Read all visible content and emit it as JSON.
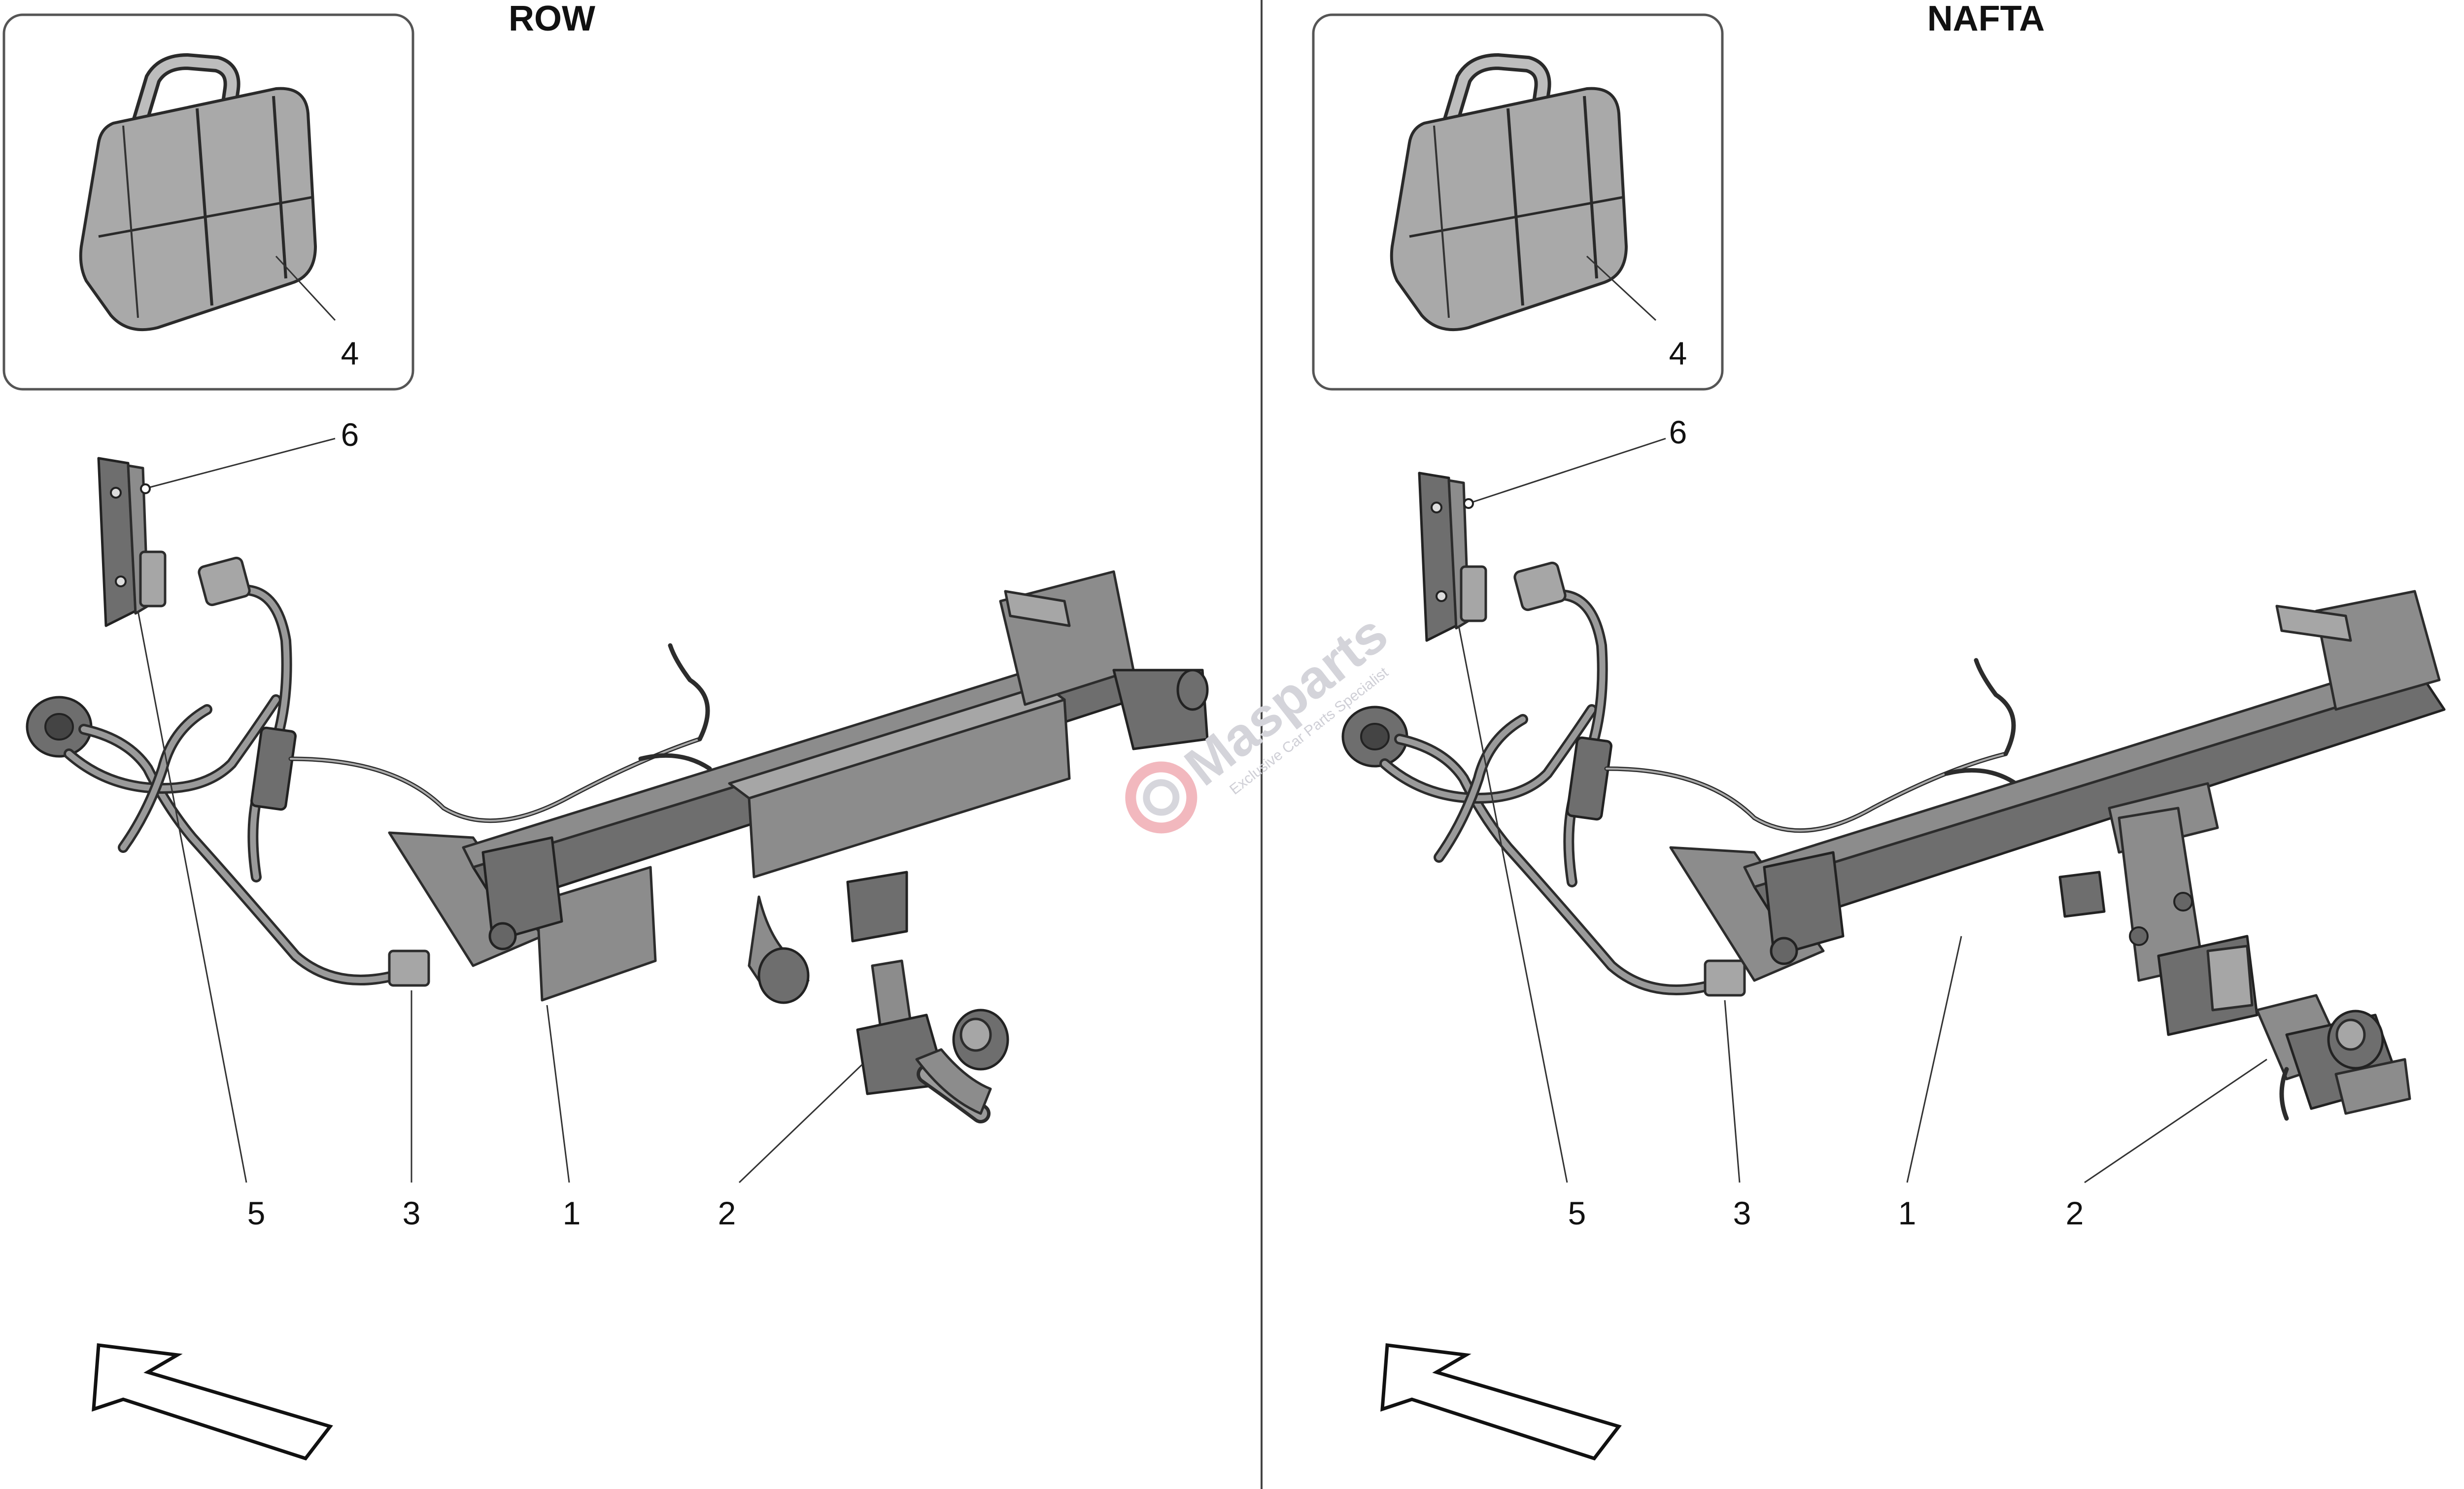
{
  "panels": [
    {
      "title": "ROW",
      "callouts": {
        "c1": "1",
        "c2": "2",
        "c3": "3",
        "c4": "4",
        "c5": "5",
        "c6": "6"
      }
    },
    {
      "title": "NAFTA",
      "callouts": {
        "c1": "1",
        "c2": "2",
        "c3": "3",
        "c4": "4",
        "c5": "5",
        "c6": "6"
      }
    }
  ],
  "watermark": {
    "brand": "Masparts",
    "tagline": "Exclusive Car Parts Specialist"
  },
  "colors": {
    "part_fill": "#8c8c8c",
    "outline": "#2c2c2c",
    "watermark": "#d4d4da",
    "watermark_accent": "#f2b8be"
  }
}
